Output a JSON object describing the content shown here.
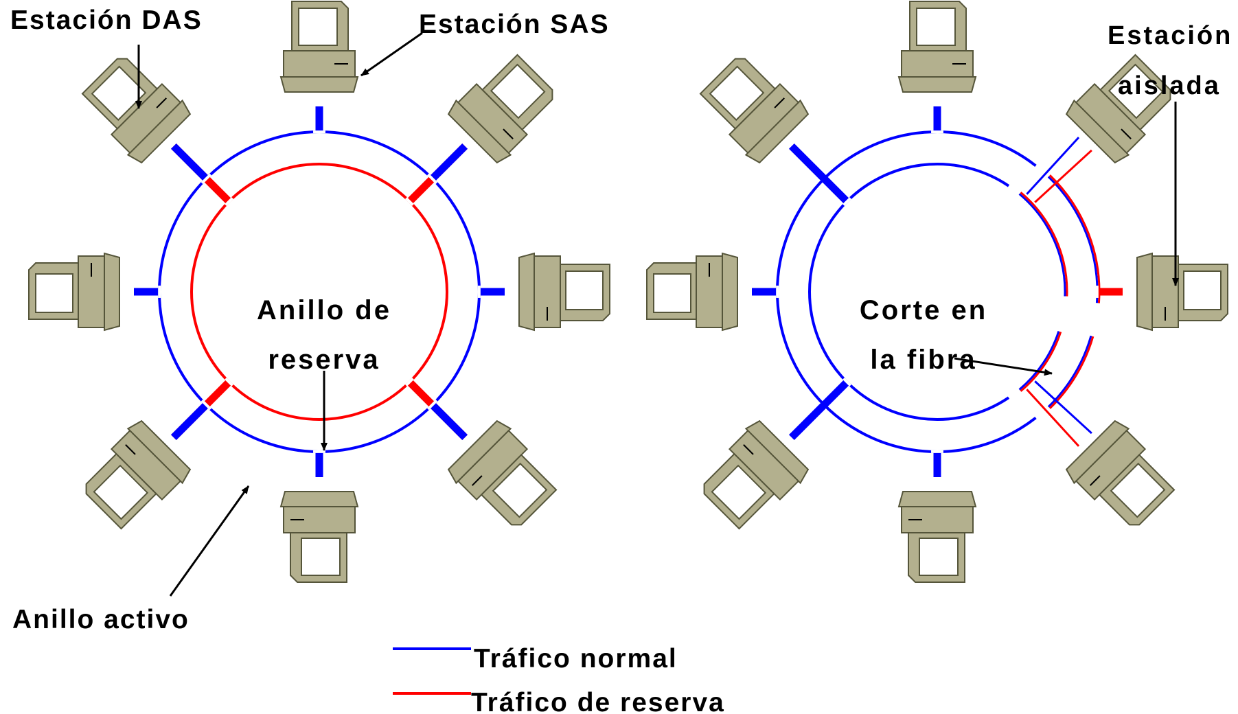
{
  "colors": {
    "normal_traffic": "#0000ff",
    "reserve_traffic": "#ff0000",
    "station_fill": "#b3b08e",
    "station_stroke": "#55553a",
    "screen_fill": "#ffffff",
    "arrow": "#000000"
  },
  "labels": {
    "das_station": "Estación DAS",
    "sas_station": "Estación SAS",
    "isolated_station_line1": "Estación",
    "isolated_station_line2": "aislada",
    "reserve_ring_line1": "Anillo de",
    "reserve_ring_line2": "reserva",
    "fiber_cut_line1": "Corte en",
    "fiber_cut_line2": "la fibra",
    "active_ring": "Anillo activo"
  },
  "legend": {
    "items": [
      {
        "label": "Tráfico normal",
        "color_key": "normal_traffic"
      },
      {
        "label": "Tráfico de reserva",
        "color_key": "reserve_traffic"
      }
    ]
  },
  "left_ring": {
    "das_station_count": 4,
    "sas_station_count": 4
  },
  "right_ring": {
    "isolated_station_count": 1,
    "fiber_cut": true
  }
}
